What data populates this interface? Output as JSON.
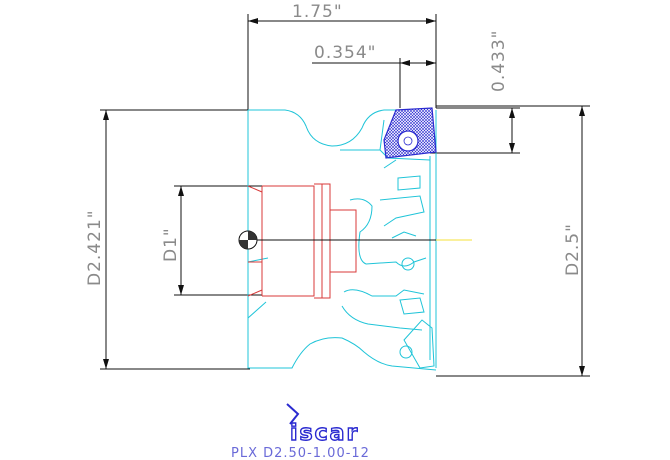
{
  "dimensions": {
    "overall_length": "1.75\"",
    "insert_offset": "0.354\"",
    "insert_height": "0.433\"",
    "body_diameter": "D2.421\"",
    "bore_diameter": "D1\"",
    "cutting_diameter": "D2.5\""
  },
  "brand": {
    "logo_text": "iscar"
  },
  "caption": "PLX  D2.50-1.00-12",
  "colors": {
    "outline": "#1fc4d8",
    "hidden": "#d83a3a",
    "dimension": "#111111",
    "insert_hatch": "#2a2ad0",
    "caption": "#6a6ad8"
  }
}
